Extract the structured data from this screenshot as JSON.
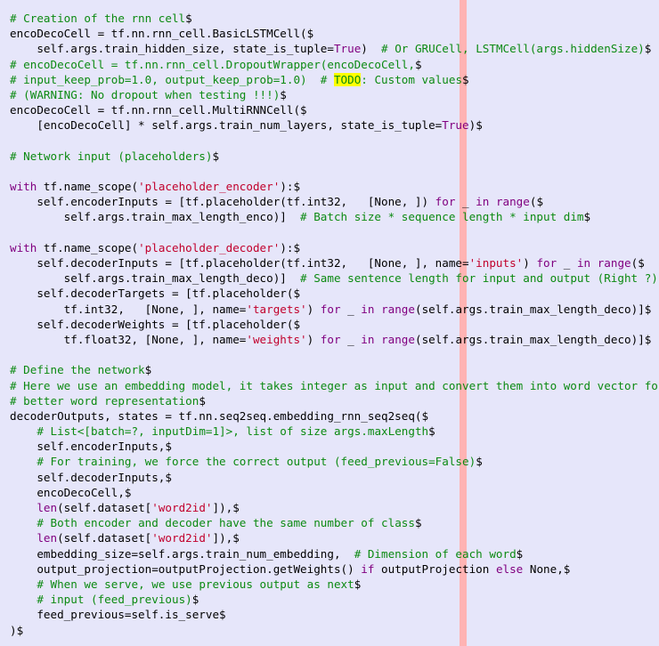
{
  "colors": {
    "background": "#e6e6fa",
    "comment": "#0c8a12",
    "keyword": "#800080",
    "string": "#c1002c",
    "plain": "#000000",
    "margin_guide": "#ffb3b3",
    "todo_highlight": "#ffff00"
  },
  "code_lines": [
    [
      [
        "comment",
        "# Creation of the rnn cell"
      ],
      [
        "eol",
        "$"
      ]
    ],
    [
      [
        "plain",
        "encoDecoCell = tf.nn.rnn_cell.BasicLSTMCell("
      ],
      [
        "eol",
        "$"
      ]
    ],
    [
      [
        "plain",
        "    self.args.train_hidden_size, state_is_tuple="
      ],
      [
        "keyword",
        "True"
      ],
      [
        "plain",
        ")  "
      ],
      [
        "comment",
        "# Or GRUCell, LSTMCell(args.hiddenSize)"
      ],
      [
        "eol",
        "$"
      ]
    ],
    [
      [
        "comment",
        "# encoDecoCell = tf.nn.rnn_cell.DropoutWrapper(encoDecoCell,"
      ],
      [
        "eol",
        "$"
      ]
    ],
    [
      [
        "comment",
        "# input_keep_prob=1.0, output_keep_prob=1.0)  # "
      ],
      [
        "todo",
        "TODO"
      ],
      [
        "comment",
        ": Custom values"
      ],
      [
        "eol",
        "$"
      ]
    ],
    [
      [
        "comment",
        "# (WARNING: No dropout when testing !!!)"
      ],
      [
        "eol",
        "$"
      ]
    ],
    [
      [
        "plain",
        "encoDecoCell = tf.nn.rnn_cell.MultiRNNCell("
      ],
      [
        "eol",
        "$"
      ]
    ],
    [
      [
        "plain",
        "    [encoDecoCell] * self.args.train_num_layers, state_is_tuple="
      ],
      [
        "keyword",
        "True"
      ],
      [
        "plain",
        ")"
      ],
      [
        "eol",
        "$"
      ]
    ],
    [
      [
        "eol",
        ""
      ]
    ],
    [
      [
        "comment",
        "# Network input (placeholders)"
      ],
      [
        "eol",
        "$"
      ]
    ],
    [
      [
        "eol",
        ""
      ]
    ],
    [
      [
        "keyword",
        "with"
      ],
      [
        "plain",
        " tf.name_scope("
      ],
      [
        "string",
        "'placeholder_encoder'"
      ],
      [
        "plain",
        "):"
      ],
      [
        "eol",
        "$"
      ]
    ],
    [
      [
        "plain",
        "    self.encoderInputs = [tf.placeholder(tf.int32,   [None, ]) "
      ],
      [
        "keyword",
        "for"
      ],
      [
        "plain",
        " _ "
      ],
      [
        "keyword",
        "in"
      ],
      [
        "plain",
        " "
      ],
      [
        "builtin",
        "range"
      ],
      [
        "plain",
        "("
      ],
      [
        "eol",
        "$"
      ]
    ],
    [
      [
        "plain",
        "        self.args.train_max_length_enco)]  "
      ],
      [
        "comment",
        "# Batch size * sequence length * input dim"
      ],
      [
        "eol",
        "$"
      ]
    ],
    [
      [
        "eol",
        ""
      ]
    ],
    [
      [
        "keyword",
        "with"
      ],
      [
        "plain",
        " tf.name_scope("
      ],
      [
        "string",
        "'placeholder_decoder'"
      ],
      [
        "plain",
        "):"
      ],
      [
        "eol",
        "$"
      ]
    ],
    [
      [
        "plain",
        "    self.decoderInputs = [tf.placeholder(tf.int32,   [None, ], name="
      ],
      [
        "string",
        "'inputs'"
      ],
      [
        "plain",
        ") "
      ],
      [
        "keyword",
        "for"
      ],
      [
        "plain",
        " _ "
      ],
      [
        "keyword",
        "in"
      ],
      [
        "plain",
        " "
      ],
      [
        "builtin",
        "range"
      ],
      [
        "plain",
        "("
      ],
      [
        "eol",
        "$"
      ]
    ],
    [
      [
        "plain",
        "        self.args.train_max_length_deco)]  "
      ],
      [
        "comment",
        "# Same sentence length for input and output (Right ?)"
      ],
      [
        "eol",
        "$"
      ]
    ],
    [
      [
        "plain",
        "    self.decoderTargets = [tf.placeholder("
      ],
      [
        "eol",
        "$"
      ]
    ],
    [
      [
        "plain",
        "        tf.int32,   [None, ], name="
      ],
      [
        "string",
        "'targets'"
      ],
      [
        "plain",
        ") "
      ],
      [
        "keyword",
        "for"
      ],
      [
        "plain",
        " _ "
      ],
      [
        "keyword",
        "in"
      ],
      [
        "plain",
        " "
      ],
      [
        "builtin",
        "range"
      ],
      [
        "plain",
        "(self.args.train_max_length_deco)]"
      ],
      [
        "eol",
        "$"
      ]
    ],
    [
      [
        "plain",
        "    self.decoderWeights = [tf.placeholder("
      ],
      [
        "eol",
        "$"
      ]
    ],
    [
      [
        "plain",
        "        tf.float32, [None, ], name="
      ],
      [
        "string",
        "'weights'"
      ],
      [
        "plain",
        ") "
      ],
      [
        "keyword",
        "for"
      ],
      [
        "plain",
        " _ "
      ],
      [
        "keyword",
        "in"
      ],
      [
        "plain",
        " "
      ],
      [
        "builtin",
        "range"
      ],
      [
        "plain",
        "(self.args.train_max_length_deco)]"
      ],
      [
        "eol",
        "$"
      ]
    ],
    [
      [
        "eol",
        ""
      ]
    ],
    [
      [
        "comment",
        "# Define the network"
      ],
      [
        "eol",
        "$"
      ]
    ],
    [
      [
        "comment",
        "# Here we use an embedding model, it takes integer as input and convert them into word vector for"
      ],
      [
        "eol",
        "$"
      ]
    ],
    [
      [
        "comment",
        "# better word representation"
      ],
      [
        "eol",
        "$"
      ]
    ],
    [
      [
        "plain",
        "decoderOutputs, states = tf.nn.seq2seq.embedding_rnn_seq2seq("
      ],
      [
        "eol",
        "$"
      ]
    ],
    [
      [
        "plain",
        "    "
      ],
      [
        "comment",
        "# List<[batch=?, inputDim=1]>, list of size args.maxLength"
      ],
      [
        "eol",
        "$"
      ]
    ],
    [
      [
        "plain",
        "    self.encoderInputs,"
      ],
      [
        "eol",
        "$"
      ]
    ],
    [
      [
        "plain",
        "    "
      ],
      [
        "comment",
        "# For training, we force the correct output (feed_previous=False)"
      ],
      [
        "eol",
        "$"
      ]
    ],
    [
      [
        "plain",
        "    self.decoderInputs,"
      ],
      [
        "eol",
        "$"
      ]
    ],
    [
      [
        "plain",
        "    encoDecoCell,"
      ],
      [
        "eol",
        "$"
      ]
    ],
    [
      [
        "plain",
        "    "
      ],
      [
        "builtin",
        "len"
      ],
      [
        "plain",
        "(self.dataset["
      ],
      [
        "string",
        "'word2id'"
      ],
      [
        "plain",
        "]),"
      ],
      [
        "eol",
        "$"
      ]
    ],
    [
      [
        "plain",
        "    "
      ],
      [
        "comment",
        "# Both encoder and decoder have the same number of class"
      ],
      [
        "eol",
        "$"
      ]
    ],
    [
      [
        "plain",
        "    "
      ],
      [
        "builtin",
        "len"
      ],
      [
        "plain",
        "(self.dataset["
      ],
      [
        "string",
        "'word2id'"
      ],
      [
        "plain",
        "]),"
      ],
      [
        "eol",
        "$"
      ]
    ],
    [
      [
        "plain",
        "    embedding_size=self.args.train_num_embedding,  "
      ],
      [
        "comment",
        "# Dimension of each word"
      ],
      [
        "eol",
        "$"
      ]
    ],
    [
      [
        "plain",
        "    output_projection=outputProjection.getWeights() "
      ],
      [
        "keyword",
        "if"
      ],
      [
        "plain",
        " outputProjection "
      ],
      [
        "keyword",
        "else"
      ],
      [
        "plain",
        " None,"
      ],
      [
        "eol",
        "$"
      ]
    ],
    [
      [
        "plain",
        "    "
      ],
      [
        "comment",
        "# When we serve, we use previous output as next"
      ],
      [
        "eol",
        "$"
      ]
    ],
    [
      [
        "plain",
        "    "
      ],
      [
        "comment",
        "# input (feed_previous)"
      ],
      [
        "eol",
        "$"
      ]
    ],
    [
      [
        "plain",
        "    feed_previous=self.is_serve"
      ],
      [
        "eol",
        "$"
      ]
    ],
    [
      [
        "plain",
        ")"
      ],
      [
        "eol",
        "$"
      ]
    ]
  ]
}
